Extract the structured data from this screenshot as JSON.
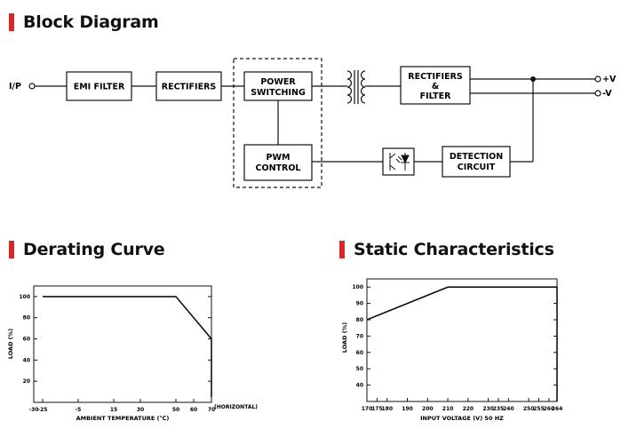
{
  "titles": {
    "block": "Block Diagram",
    "derating": "Derating Curve",
    "static": "Static Characteristics"
  },
  "block_diagram": {
    "input": "I/P",
    "emi_filter": "EMI FILTER",
    "rectifiers": "RECTIFIERS",
    "power_switching": [
      "POWER",
      "SWITCHING"
    ],
    "pwm_control": [
      "PWM",
      "CONTROL"
    ],
    "rectifiers_filter": [
      "RECTIFIERS",
      "&",
      "FILTER"
    ],
    "detection_circuit": [
      "DETECTION",
      "CIRCUIT"
    ],
    "out_plus": "+V",
    "out_minus": "-V"
  },
  "chart_data": [
    {
      "type": "line",
      "ylabel": "LOAD (%)",
      "xlabel": "AMBIENT TEMPERATURE (℃)",
      "x_unit_note": "(HORIZONTAL)",
      "x_ticks": [
        "-30",
        "-25",
        "-5",
        "15",
        "30",
        "50",
        "60",
        "70"
      ],
      "y_ticks": [
        "20",
        "40",
        "60",
        "80",
        "100"
      ],
      "xlim": [
        -30,
        70
      ],
      "ylim": [
        0,
        110
      ],
      "series": [
        {
          "x": [
            -25,
            50,
            70,
            70
          ],
          "y": [
            100,
            100,
            60,
            5
          ]
        }
      ]
    },
    {
      "type": "line",
      "ylabel": "LOAD (%)",
      "xlabel": "INPUT VOLTAGE (V) 50 HZ",
      "x_ticks": [
        "170",
        "175",
        "180",
        "190",
        "200",
        "210",
        "220",
        "230",
        "235",
        "240",
        "250",
        "255",
        "260",
        "264"
      ],
      "y_ticks": [
        "40",
        "50",
        "60",
        "70",
        "80",
        "90",
        "100"
      ],
      "xlim": [
        170,
        264
      ],
      "ylim": [
        30,
        105
      ],
      "series": [
        {
          "x": [
            170,
            210,
            264,
            264
          ],
          "y": [
            80,
            100,
            100,
            30
          ]
        }
      ]
    }
  ]
}
